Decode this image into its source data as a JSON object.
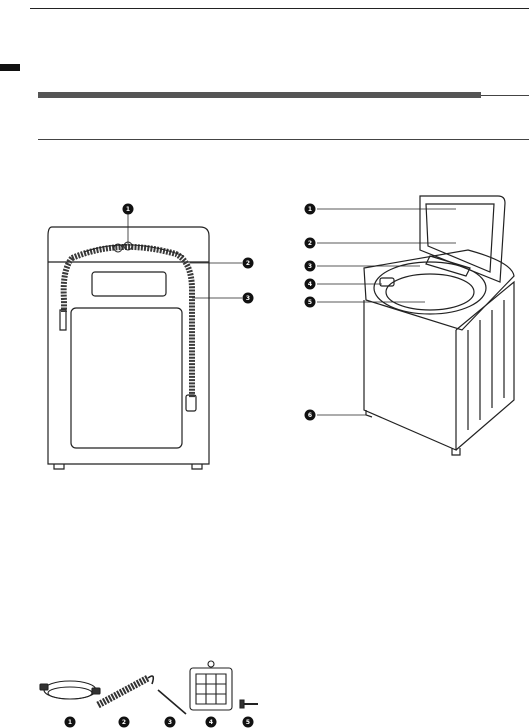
{
  "callouts": {
    "back_view": [
      "1",
      "2",
      "3"
    ],
    "front_view": [
      "1",
      "2",
      "3",
      "4",
      "5",
      "6"
    ],
    "accessories": [
      "1",
      "2",
      "3",
      "4",
      "5"
    ]
  },
  "colors": {
    "line": "#222222",
    "bar": "#555555",
    "marker": "#111111",
    "hose": "#3a3a3a"
  }
}
